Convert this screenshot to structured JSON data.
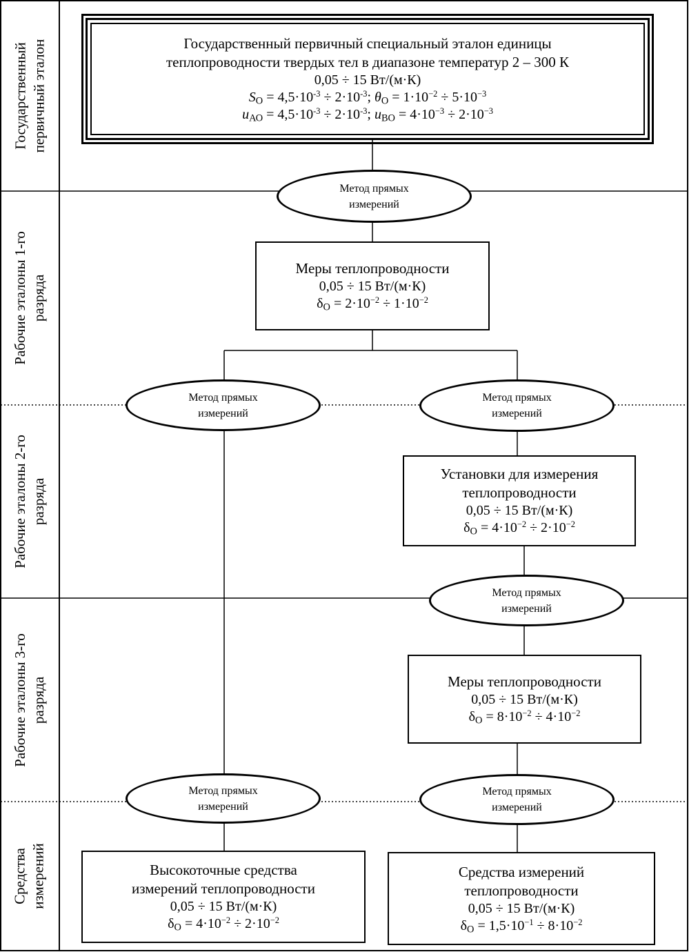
{
  "rows": [
    {
      "label_line1": "Государственный",
      "label_line2": "первичный эталон"
    },
    {
      "label_line1": "Рабочие эталоны 1-го",
      "label_line2": "разряда"
    },
    {
      "label_line1": "Рабочие эталоны 2-го",
      "label_line2": "разряда"
    },
    {
      "label_line1": "Рабочие эталоны 3-го",
      "label_line2": "разряда"
    },
    {
      "label_line1": "Средства",
      "label_line2": "измерений"
    }
  ],
  "primary": {
    "title_line1": "Государственный первичный специальный эталон единицы",
    "title_line2": "теплопроводности твердых тел в диапазоне температур 2 – 300 К",
    "range": "0,05 ÷ 15 Вт/(м·К)",
    "s_sym": "S",
    "s_sub": "О",
    "s_text1": " = 4,5·10",
    "s_exp1": "-3",
    "s_text2": " ÷ 2·10",
    "s_exp2": "-3",
    "theta_sym": "θ",
    "theta_sub": "О",
    "theta_text1": " = 1·10",
    "theta_exp1": "−2",
    "theta_text2": " ÷ 5·10",
    "theta_exp2": "−3",
    "ua_sym": "u",
    "ua_sub": "АО",
    "ua_text1": " = 4,5·10",
    "ua_exp1": "-3",
    "ua_text2": " ÷ 2·10",
    "ua_exp2": "-3",
    "ub_sym": "u",
    "ub_sub": "ВО",
    "ub_text1": " = 4·10",
    "ub_exp1": "−3",
    "ub_text2": " ÷ 2·10",
    "ub_exp2": "−3"
  },
  "method": {
    "line1": "Метод прямых",
    "line2": "измерений"
  },
  "box_rank1": {
    "title": "Меры теплопроводности",
    "range": "0,05 ÷ 15 Вт/(м·К)",
    "sym": "δ",
    "sub": "О",
    "text1": " = 2·10",
    "exp1": "−2",
    "text2": " ÷ 1·10",
    "exp2": "−2"
  },
  "box_rank2": {
    "title_line1": "Установки для измерения",
    "title_line2": "теплопроводности",
    "range": "0,05 ÷ 15 Вт/(м·К)",
    "sym": "δ",
    "sub": "О",
    "text1": " = 4·10",
    "exp1": "−2",
    "text2": " ÷ 2·10",
    "exp2": "−2"
  },
  "box_rank3": {
    "title": "Меры теплопроводности",
    "range": "0,05 ÷ 15 Вт/(м·К)",
    "sym": "δ",
    "sub": "О",
    "text1": " = 8·10",
    "exp1": "−2",
    "text2": " ÷ 4·10",
    "exp2": "−2"
  },
  "box_means_left": {
    "title_line1": "Высокоточные средства",
    "title_line2": "измерений теплопроводности",
    "range": "0,05 ÷ 15 Вт/(м·К)",
    "sym": "δ",
    "sub": "О",
    "text1": " = 4·10",
    "exp1": "−2",
    "text2": " ÷ 2·10",
    "exp2": "−2"
  },
  "box_means_right": {
    "title_line1": "Средства измерений",
    "title_line2": "теплопроводности",
    "range": "0,05 ÷ 15 Вт/(м·К)",
    "sym": "δ",
    "sub": "О",
    "text1": " = 1,5·10",
    "exp1": "−1",
    "text2": " ÷ 8·10",
    "exp2": "−2"
  }
}
